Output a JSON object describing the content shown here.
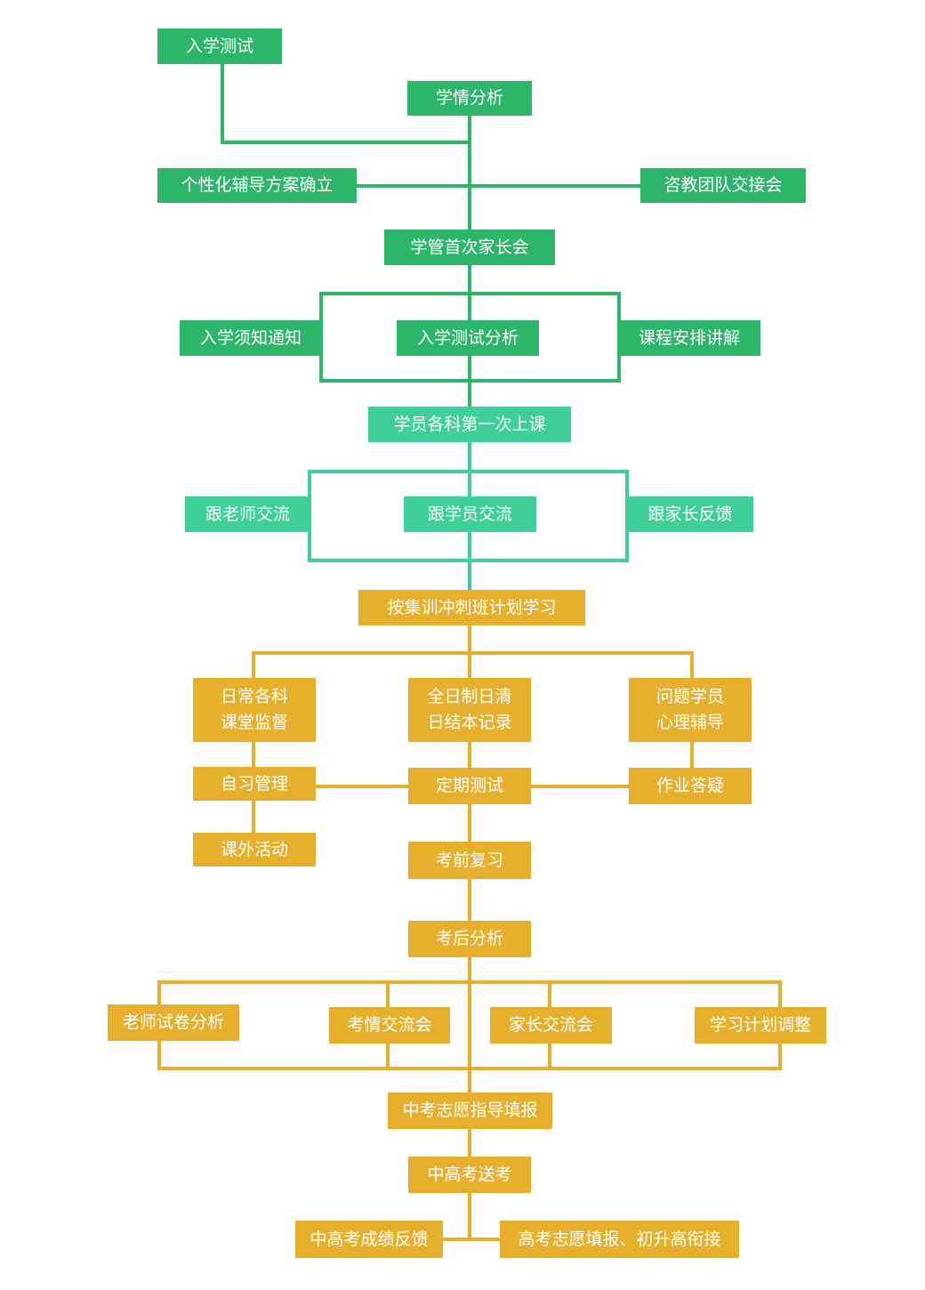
{
  "colors": {
    "green_dark": "#2db56a",
    "green_light": "#3ecf9a",
    "yellow": "#e6b02d",
    "text": "#ffffff"
  },
  "nodes": {
    "entrance_test": "入学测试",
    "learning_analysis": "学情分析",
    "personalized_plan": "个性化辅导方案确立",
    "team_handover": "咨教团队交接会",
    "first_parent_meeting": "学管首次家长会",
    "enrollment_notice": "入学须知通知",
    "test_analysis": "入学测试分析",
    "course_explanation": "课程安排讲解",
    "first_class": "学员各科第一次上课",
    "teacher_communication": "跟老师交流",
    "student_communication": "跟学员交流",
    "parent_feedback": "跟家长反馈",
    "study_by_plan": "按集训冲刺班计划学习",
    "daily_supervision": {
      "line1": "日常各科",
      "line2": "课堂监督"
    },
    "daily_clearance": {
      "line1": "全日制日清",
      "line2": "日结本记录"
    },
    "counseling": {
      "line1": "问题学员",
      "line2": "心理辅导"
    },
    "self_study": "自习管理",
    "regular_test": "定期测试",
    "homework_qa": "作业答疑",
    "activities": "课外活动",
    "exam_review": "考前复习",
    "post_exam_analysis": "考后分析",
    "paper_analysis": "老师试卷分析",
    "exam_meeting": "考情交流会",
    "parent_meeting": "家长交流会",
    "plan_adjust": "学习计划调整",
    "volunteer_guidance": "中考志愿指导填报",
    "exam_escort": "中高考送考",
    "score_feedback": "中高考成绩反馈",
    "gaokao_volunteer": "高考志愿填报、初升高衔接"
  }
}
